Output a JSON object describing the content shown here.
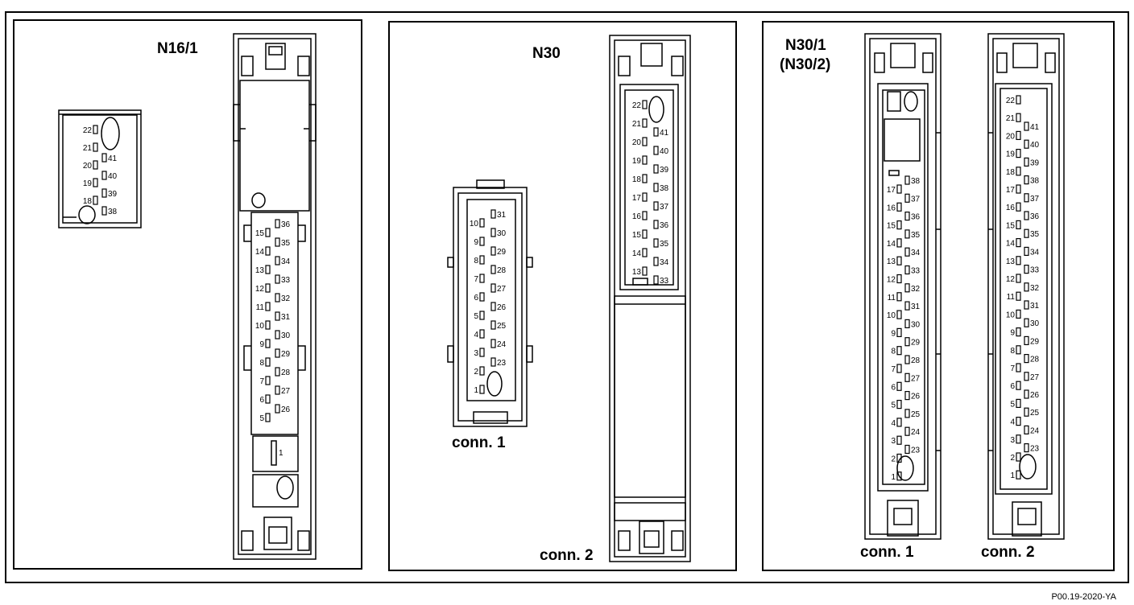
{
  "panels": {
    "n16_1": {
      "title": "N16/1"
    },
    "n30": {
      "title": "N30",
      "caption_left": "conn. 1",
      "caption_right": "conn. 2"
    },
    "n30_1": {
      "title_line1": "N30/1",
      "title_line2": "(N30/2)",
      "caption_left": "conn. 1",
      "caption_right": "conn. 2"
    }
  },
  "figure_code": "P00.19-2020-YA",
  "pins": {
    "n16_1_detail": {
      "left": [
        "22",
        "21",
        "20",
        "19",
        "18"
      ],
      "right": [
        "41",
        "40",
        "39",
        "38"
      ]
    },
    "n16_1_main": {
      "left": [
        "15",
        "14",
        "13",
        "12",
        "11",
        "10",
        "9",
        "8",
        "7",
        "6",
        "5"
      ],
      "right": [
        "36",
        "35",
        "34",
        "33",
        "32",
        "31",
        "30",
        "29",
        "28",
        "27",
        "26"
      ],
      "bottom": "1"
    },
    "n30_conn1": {
      "left": [
        "10",
        "9",
        "8",
        "7",
        "6",
        "5",
        "4",
        "3",
        "2",
        "1"
      ],
      "right": [
        "31",
        "30",
        "29",
        "28",
        "27",
        "26",
        "25",
        "24",
        "23"
      ]
    },
    "n30_conn2": {
      "left": [
        "22",
        "21",
        "20",
        "19",
        "18",
        "17",
        "16",
        "15",
        "14",
        "13"
      ],
      "right": [
        "41",
        "40",
        "39",
        "38",
        "37",
        "36",
        "35",
        "34",
        "33"
      ]
    },
    "n30_1_conn1": {
      "left": [
        "17",
        "16",
        "15",
        "14",
        "13",
        "12",
        "11",
        "10",
        "9",
        "8",
        "7",
        "6",
        "5",
        "4",
        "3",
        "2",
        "1"
      ],
      "right": [
        "38",
        "37",
        "36",
        "35",
        "34",
        "33",
        "32",
        "31",
        "30",
        "29",
        "28",
        "27",
        "26",
        "25",
        "24",
        "23"
      ]
    },
    "n30_1_conn2": {
      "left": [
        "22",
        "21",
        "20",
        "19",
        "18",
        "17",
        "16",
        "15",
        "14",
        "13",
        "12",
        "11",
        "10",
        "9",
        "8",
        "7",
        "6",
        "5",
        "4",
        "3",
        "2",
        "1"
      ],
      "right": [
        "41",
        "40",
        "39",
        "38",
        "37",
        "36",
        "35",
        "34",
        "33",
        "32",
        "31",
        "30",
        "29",
        "28",
        "27",
        "26",
        "25",
        "24",
        "23"
      ]
    }
  }
}
